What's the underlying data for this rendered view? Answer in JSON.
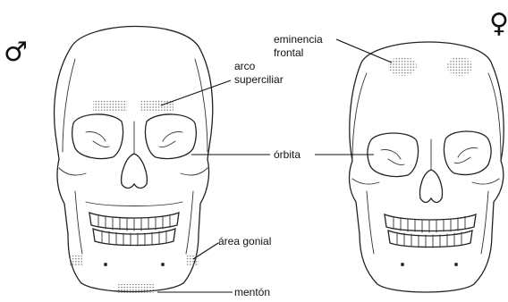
{
  "symbols": {
    "male": "♂",
    "female": "♀"
  },
  "labels": {
    "eminencia_line1": "eminencia",
    "eminencia_line2": "frontal",
    "arco_line1": "arco",
    "arco_line2": "superciliar",
    "orbita": "órbita",
    "area_gonial": "área gonial",
    "menton": "mentón"
  }
}
